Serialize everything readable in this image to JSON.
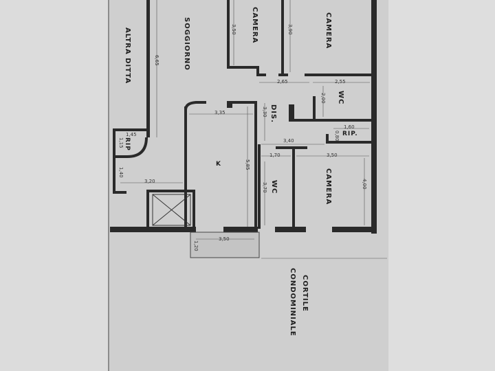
{
  "plan": {
    "orientation": "rotated 90 degrees clockwise",
    "colors": {
      "background": "#dcdcdc",
      "paper": "#cfcfcf",
      "wall": "#2a2a2a",
      "dimension_line": "#555555"
    },
    "rooms": {
      "altra_ditta": "ALTRA DITTA",
      "soggiorno": "SOGGIORNO",
      "camera_1": "CAMERA",
      "camera_2": "CAMERA",
      "camera_3": "CAMERA",
      "wc_1": "WC",
      "wc_2": "WC",
      "dis": "DIS.",
      "rip_1": "RIP",
      "rip_2": "RIP.",
      "kitchen": "K",
      "cortile": "CORTILE",
      "condominiale": "CONDOMINIALE"
    },
    "dimensions": {
      "soggiorno_length": "6,65",
      "camera_1_width": "3,50",
      "camera_2_width": "3,90",
      "corridor_1": "2,65",
      "corridor_2": "2,55",
      "wc_1_depth": "2,00",
      "dis_length": "3,30",
      "kitchen_width": "3,35",
      "kitchen_length": "5,85",
      "rip_2_width": "1,60",
      "rip_2_depth": "0,80",
      "dis_width": "3,40",
      "wc_2_width": "1,70",
      "wc_2_length": "3,70",
      "camera_3_width": "3,50",
      "camera_3_length": "4,00",
      "rip_1_width": "1,45",
      "rip_1_depth": "1,15",
      "entry_1": "1,40",
      "entry_width": "3,20",
      "balcony_width": "3,50",
      "balcony_depth": "1,20"
    }
  }
}
